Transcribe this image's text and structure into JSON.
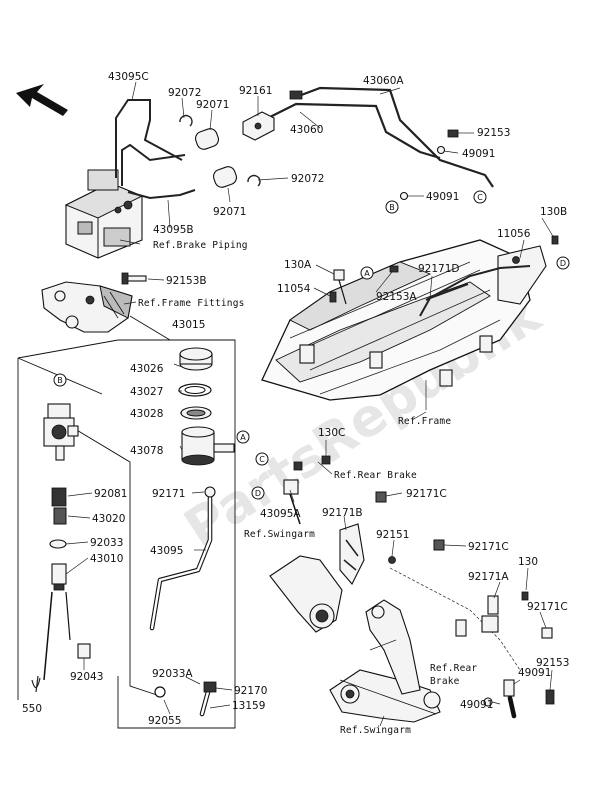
{
  "watermark": "PartsRepublik",
  "labels": {
    "l43095c": "43095C",
    "l92072a": "92072",
    "l92071a": "92071",
    "l92161": "92161",
    "l43060a": "43060A",
    "l43060": "43060",
    "l92153a": "92153",
    "l49091a": "49091",
    "l92072b": "92072",
    "l92071b": "92071",
    "l43095b": "43095B",
    "l49091b": "49091",
    "l130b": "130B",
    "l11056": "11056",
    "l92171d": "92171D",
    "l130a": "130A",
    "l11054": "11054",
    "l92153a2": "92153A",
    "l92153b": "92153B",
    "l43015": "43015",
    "l43026": "43026",
    "l43027": "43027",
    "l43028": "43028",
    "l43078": "43078",
    "l92171": "92171",
    "l92081": "92081",
    "l43020": "43020",
    "l92033": "92033",
    "l43010": "43010",
    "l43095": "43095",
    "l43095a": "43095A",
    "l130c": "130C",
    "l92171c1": "92171C",
    "l92171b": "92171B",
    "l92151": "92151",
    "l92171c2": "92171C",
    "l130": "130",
    "l92171a": "92171A",
    "l92171c3": "92171C",
    "l92043": "92043",
    "l550": "550",
    "l92033a": "92033A",
    "l92170": "92170",
    "l92055": "92055",
    "l13159": "13159",
    "l92153c": "92153",
    "l49091c": "49091",
    "l49091d": "49091"
  },
  "refs": {
    "brake_piping": "Ref.Brake Piping",
    "frame_fittings": "Ref.Frame Fittings",
    "frame": "Ref.Frame",
    "rear_brake_top": "Ref.Rear Brake",
    "swingarm_top": "Ref.Swingarm",
    "rear_brake_bottom_1": "Ref.Rear",
    "rear_brake_bottom_2": "Brake",
    "swingarm_bottom": "Ref.Swingarm"
  },
  "callouts": {
    "a": "A",
    "b": "B",
    "c": "C",
    "d": "D"
  }
}
